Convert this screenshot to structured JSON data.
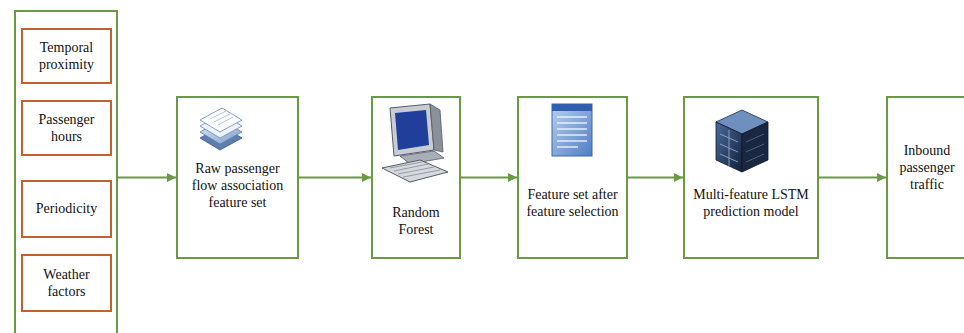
{
  "diagram": {
    "nodes": [
      {
        "text": []
      },
      {
        "text": [
          "Temporal proximity"
        ],
        "in": 0
      },
      {
        "text": [
          "Passenger hours"
        ],
        "in": 0
      },
      {
        "text": [
          "Periodicity"
        ],
        "in": 0
      },
      {
        "text": [
          "Weather factors"
        ],
        "in": 0
      },
      {
        "text": [
          "Raw passenger flow association feature set"
        ]
      },
      {
        "text": [
          "Random Forest"
        ]
      },
      {
        "text": [
          "Feature set after feature selection"
        ]
      },
      {
        "text": [
          "Multi-feature LSTM prediction model"
        ]
      },
      {
        "text": [
          "Inbound passenger traffic"
        ]
      }
    ],
    "edges": [
      {
        "from": 0,
        "to": 5,
        "arrow": "to"
      },
      {
        "from": 5,
        "to": 6,
        "arrow": "to"
      },
      {
        "from": 6,
        "to": 7,
        "arrow": "to"
      },
      {
        "from": 7,
        "to": 8,
        "arrow": "to"
      },
      {
        "from": 8,
        "to": 9,
        "arrow": "to"
      }
    ]
  }
}
